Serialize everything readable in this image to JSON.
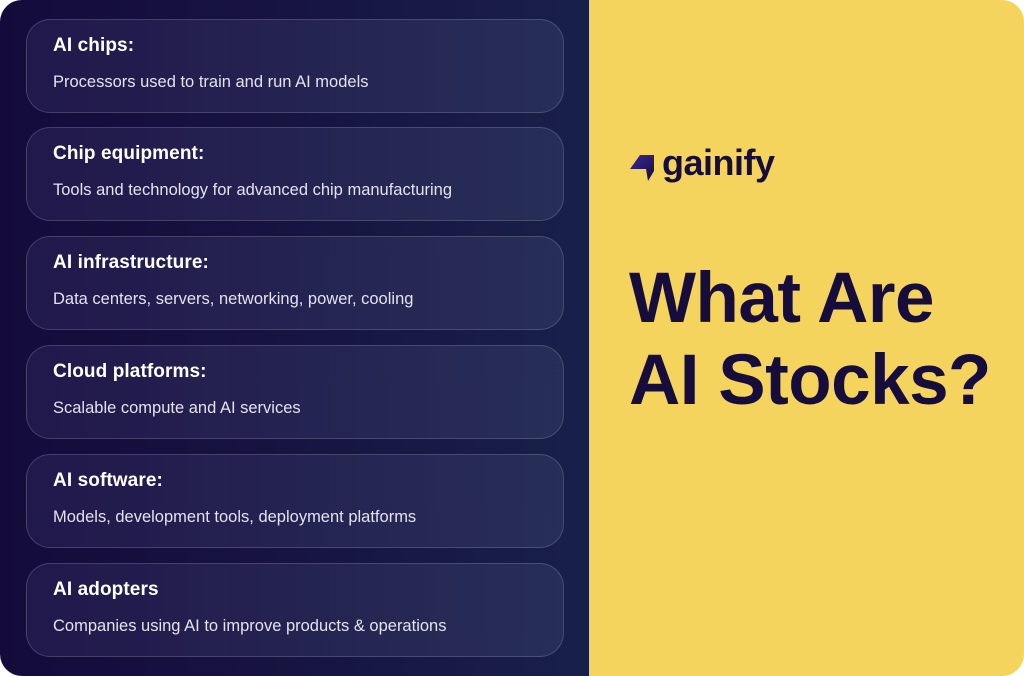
{
  "colors": {
    "left_bg_start": "#140b3b",
    "left_bg_end": "#18204a",
    "right_bg": "#f5d45e",
    "brand_dark": "#170d3c",
    "card_title": "#ffffff",
    "card_desc": "#e4e2ee"
  },
  "categories": [
    {
      "title": "AI chips:",
      "description": "Processors used to train and run AI models"
    },
    {
      "title": "Chip equipment:",
      "description": "Tools and technology for advanced chip manufacturing"
    },
    {
      "title": "AI infrastructure:",
      "description": "Data centers, servers, networking, power, cooling"
    },
    {
      "title": "Cloud platforms:",
      "description": "Scalable compute and AI services"
    },
    {
      "title": "AI software:",
      "description": "Models, development tools, deployment platforms"
    },
    {
      "title": "AI adopters",
      "description": "Companies using AI to improve products & operations"
    }
  ],
  "brand": {
    "icon": "gainify-arrow-logo-icon",
    "name": "gainify"
  },
  "headline": {
    "line1": "What Are",
    "line2": "AI Stocks?"
  }
}
